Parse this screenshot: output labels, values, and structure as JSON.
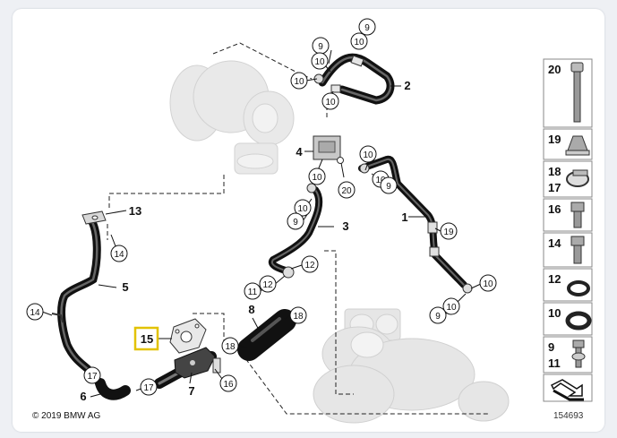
{
  "copyright": "© 2019 BMW AG",
  "diagram_ref": "154693",
  "highlight_color": "#e2c200",
  "highlighted_part": "15",
  "parts": {
    "p1": "1",
    "p2": "2",
    "p3": "3",
    "p4": "4",
    "p5": "5",
    "p6": "6",
    "p7": "7",
    "p8": "8",
    "p9": "9",
    "p10": "10",
    "p11": "11",
    "p12": "12",
    "p13": "13",
    "p14": "14",
    "p15": "15",
    "p16": "16",
    "p17": "17",
    "p18": "18",
    "p19": "19",
    "p20": "20"
  },
  "legend": [
    {
      "label": "20",
      "icon": "bolt-icon"
    },
    {
      "label": "19",
      "icon": "nut-icon"
    },
    {
      "label": "18",
      "label2": "17",
      "icon": "hose-clamp-icon"
    },
    {
      "label": "16",
      "icon": "hex-screw-icon"
    },
    {
      "label": "14",
      "icon": "hex-screw-icon"
    },
    {
      "label": "12",
      "icon": "ring-icon"
    },
    {
      "label": "10",
      "icon": "seal-ring-icon"
    },
    {
      "label": "9",
      "label2": "11",
      "icon": "banjo-bolt-icon"
    },
    {
      "label": "",
      "icon": "arrow-icon"
    }
  ]
}
